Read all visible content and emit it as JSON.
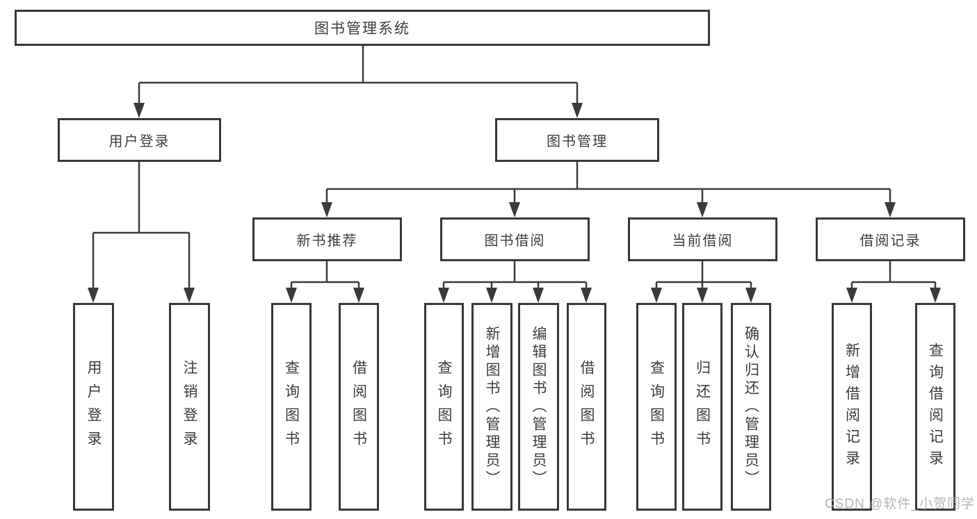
{
  "tree": {
    "root": {
      "label": "图书管理系统",
      "children": [
        {
          "label": "用户登录",
          "children": [
            {
              "label": "用户登录"
            },
            {
              "label": "注销登录"
            }
          ]
        },
        {
          "label": "图书管理",
          "children": [
            {
              "label": "新书推荐",
              "children": [
                {
                  "label": "查询图书"
                },
                {
                  "label": "借阅图书"
                }
              ]
            },
            {
              "label": "图书借阅",
              "children": [
                {
                  "label": "查询图书"
                },
                {
                  "label": "新增图书（管理员）"
                },
                {
                  "label": "编辑图书（管理员）"
                },
                {
                  "label": "借阅图书"
                }
              ]
            },
            {
              "label": "当前借阅",
              "children": [
                {
                  "label": "查询图书"
                },
                {
                  "label": "归还图书"
                },
                {
                  "label": "确认归还（管理员）"
                }
              ]
            },
            {
              "label": "借阅记录",
              "children": [
                {
                  "label": "新增借阅记录"
                },
                {
                  "label": "查询借阅记录"
                }
              ]
            }
          ]
        }
      ]
    }
  },
  "watermark": "CSDN @软件_小贺同学",
  "colors": {
    "line": "#3a3a3a",
    "box_border": "#383838",
    "text": "#3c3c3c",
    "watermark": "#a9a9a9",
    "background": "#ffffff"
  }
}
